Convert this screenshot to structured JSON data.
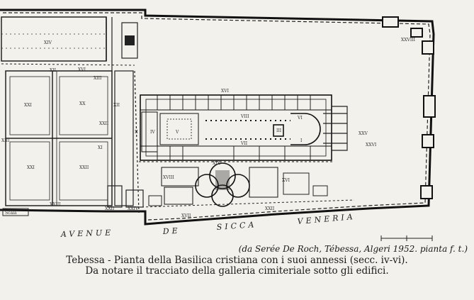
{
  "plan": {
    "street": [
      "AVENUE",
      "DE",
      "SICCA",
      "VENERIA"
    ],
    "rooms": [
      "XIV",
      "XII",
      "XIII",
      "XIII",
      "XVI",
      "XXI",
      "XX",
      "XXII",
      "XXI",
      "XXII",
      "XXIII",
      "XXII",
      "XXIV",
      "XVI",
      "XVII",
      "XVIII",
      "XIX",
      "VIII",
      "VII",
      "XVI",
      "XXII",
      "XI",
      "XII",
      "II",
      "IV",
      "V",
      "III",
      "VI",
      "XXV",
      "XXVI",
      "I",
      "XXVIII"
    ],
    "scale_label": "Scala"
  },
  "source_note": "(da Serée De Roch, Tébessa, Algeri 1952. pianta f. t.)",
  "caption": {
    "line1": "Tebessa - Pianta della Basilica cristiana con i suoi annessi (secc. iv-vi).",
    "line2": "Da notare il tracciato della galleria cimiteriale sotto gli edifici."
  }
}
